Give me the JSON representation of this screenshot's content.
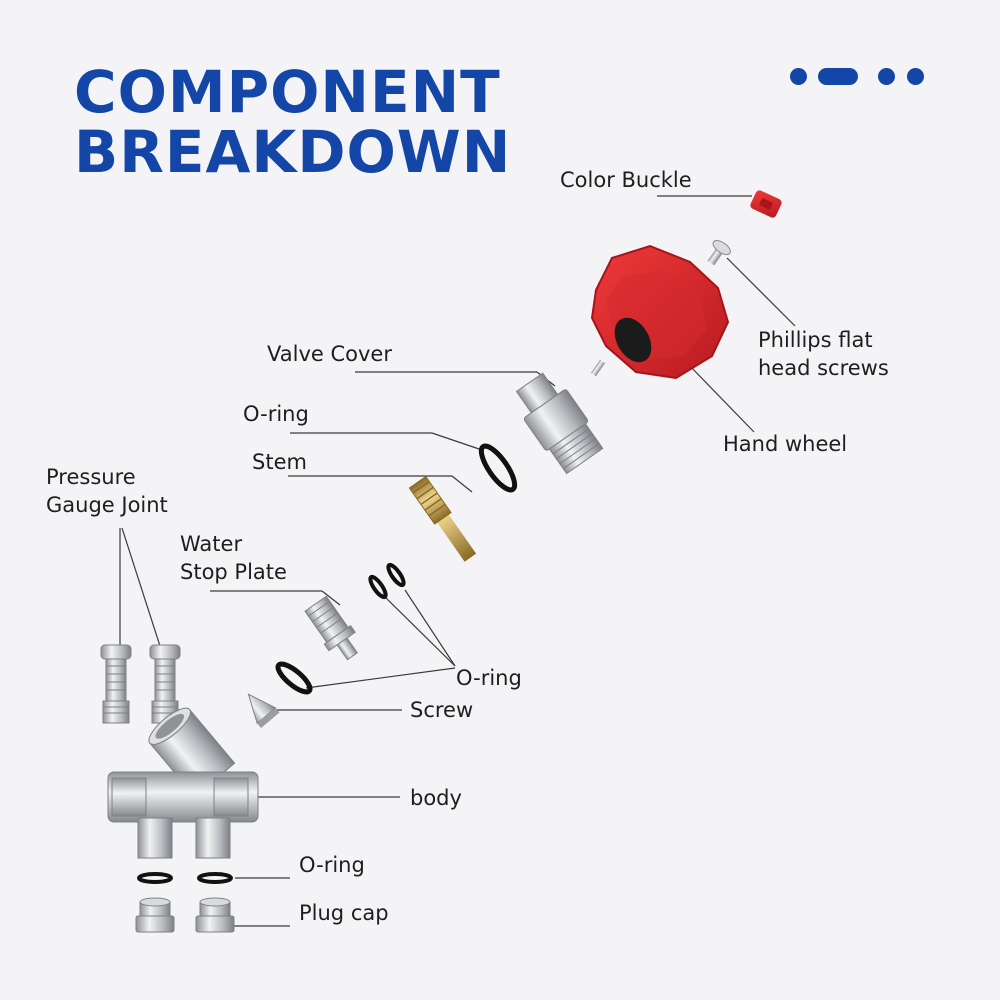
{
  "header": {
    "title_line1": "COMPONENT",
    "title_line2": "BREAKDOWN"
  },
  "colors": {
    "brand": "#1346a6",
    "handwheel_red": "#d8262b",
    "brass": "#c9a24a",
    "metal": "#c7c9cc"
  },
  "callouts": {
    "color_buckle": "Color Buckle",
    "phillips_line1": "Phillips flat",
    "phillips_line2": "head screws",
    "valve_cover": "Valve Cover",
    "oring_upper": "O-ring",
    "stem": "Stem",
    "hand_wheel": "Hand wheel",
    "pressure_line1": "Pressure",
    "pressure_line2": "Gauge Joint",
    "water_line1": "Water",
    "water_line2": "Stop Plate",
    "oring_middle": "O-ring",
    "screw": "Screw",
    "body": "body",
    "oring_lower": "O-ring",
    "plug_cap": "Plug cap"
  }
}
